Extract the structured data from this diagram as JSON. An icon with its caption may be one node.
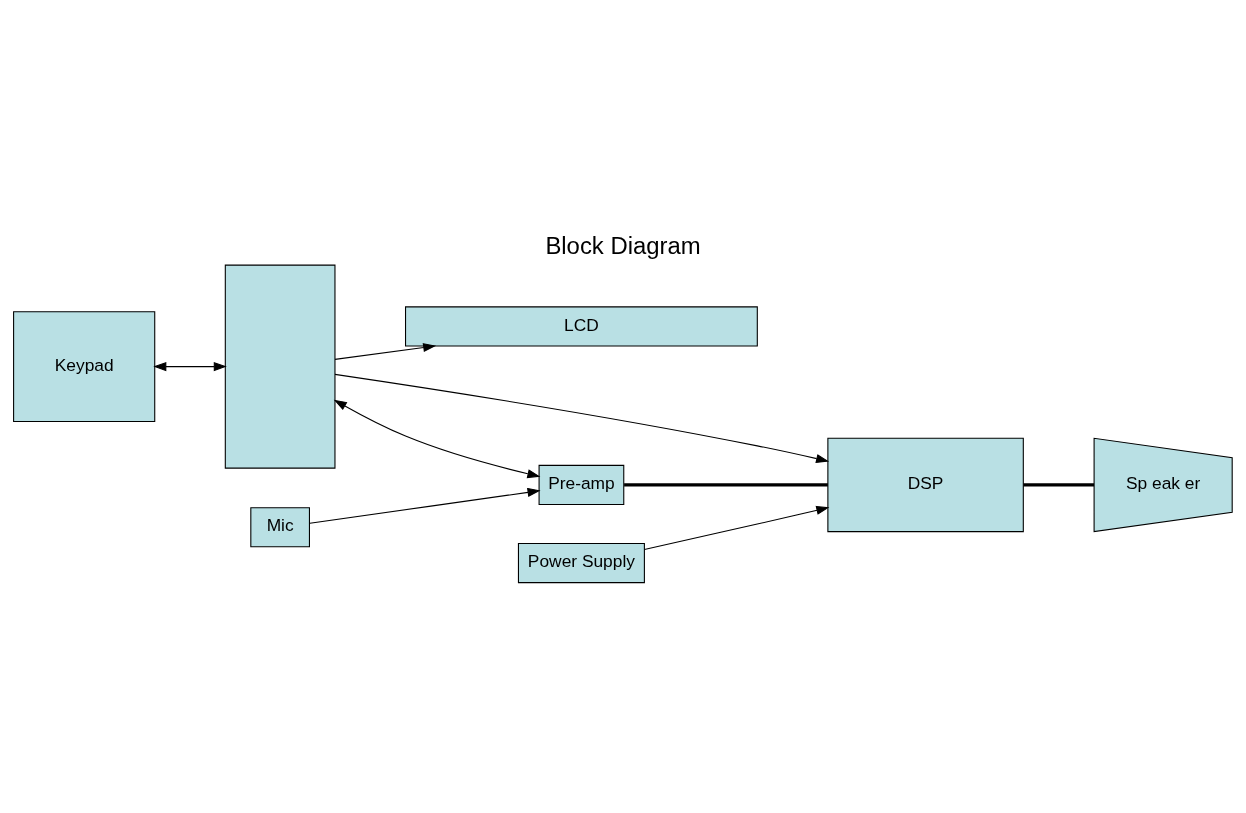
{
  "diagram": {
    "title": "Block Diagram",
    "nodes": [
      {
        "text": [
          "Keypad"
        ]
      },
      {
        "text": [],
        "shape": "box"
      },
      {
        "text": [
          "LCD"
        ]
      },
      {
        "text": [
          "Power Supply"
        ]
      },
      {
        "text": [
          "Mic"
        ]
      },
      {
        "text": [
          "Pre-amp"
        ]
      },
      {
        "text": [
          "DSP"
        ]
      },
      {
        "text": [
          "Sp eak er"
        ]
      }
    ],
    "edges": [
      {
        "from": 0,
        "to": 1,
        "arrow": "both"
      },
      {
        "from": 1,
        "to": 2,
        "arrow": "to"
      },
      {
        "from": 1,
        "to": 6,
        "arrow": "to"
      },
      {
        "from": 3,
        "to": 6,
        "arrow": "to"
      },
      {
        "from": 1,
        "to": 5,
        "arrow": "both"
      },
      {
        "from": 4,
        "to": 5,
        "arrow": "to"
      },
      {
        "from": 5,
        "to": 6,
        "arrow": "none",
        "style": "thick"
      },
      {
        "from": 6,
        "to": 7,
        "arrow": "none",
        "style": "thick"
      }
    ]
  }
}
